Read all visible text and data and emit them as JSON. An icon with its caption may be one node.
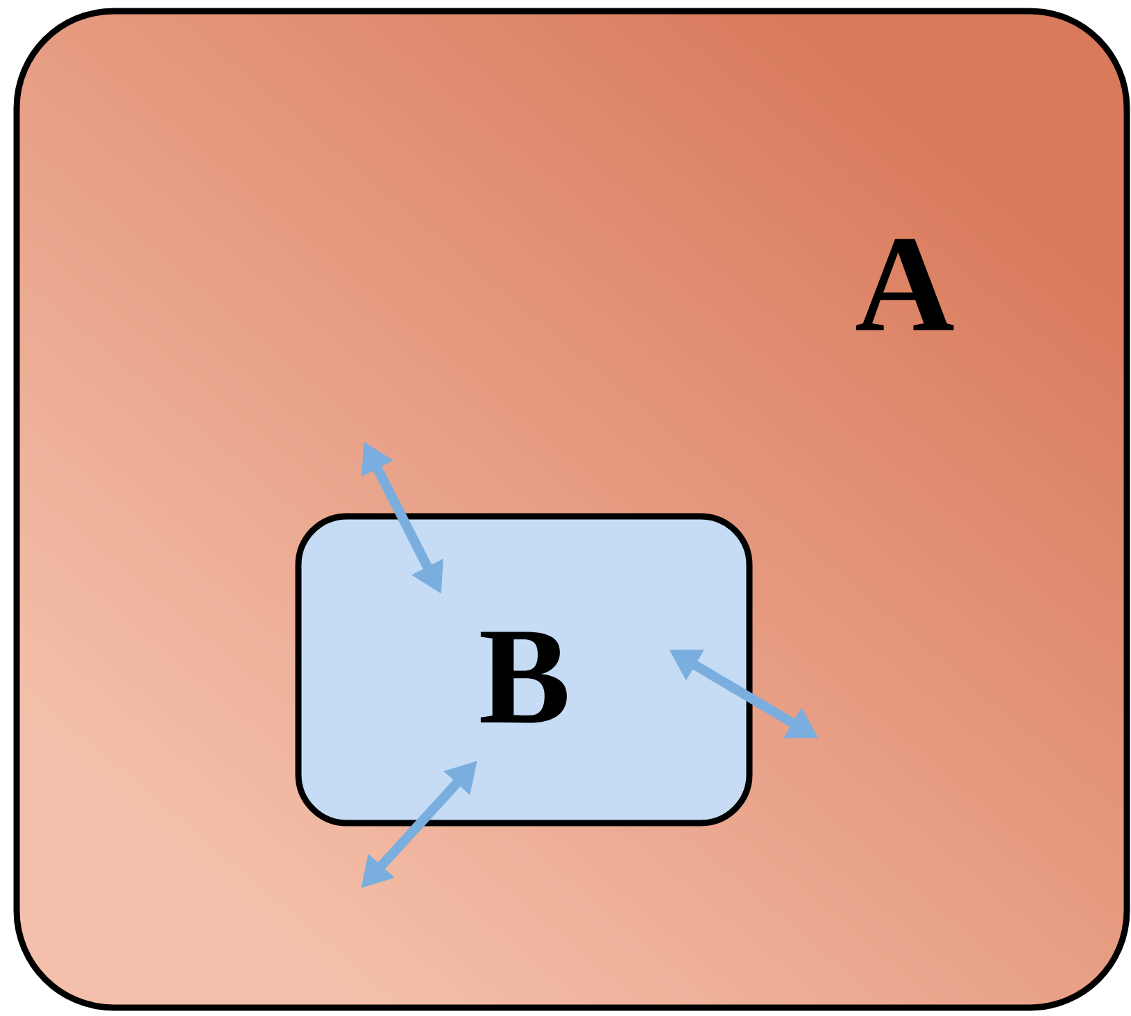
{
  "diagram": {
    "nodes": [
      {
        "text": [
          "A"
        ]
      },
      {
        "text": [
          "B"
        ],
        "in": 0
      }
    ]
  }
}
